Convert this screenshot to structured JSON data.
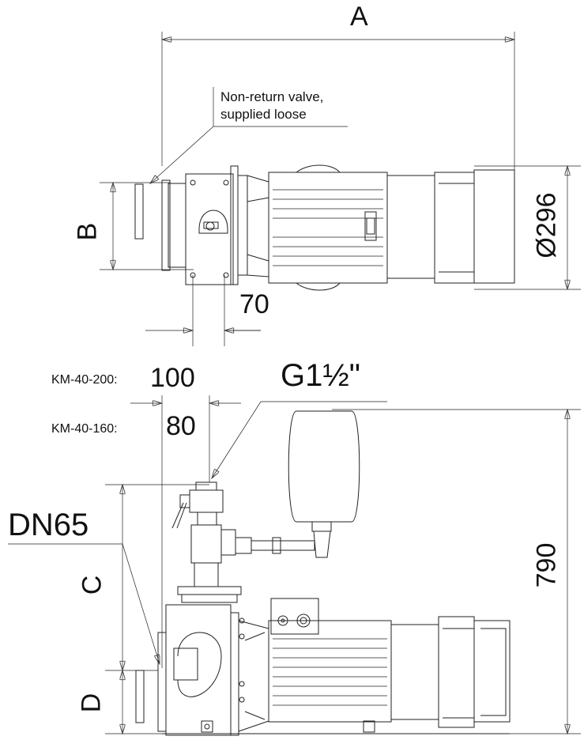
{
  "dimensions": {
    "A": "A",
    "B": "B",
    "C": "C",
    "D": "D",
    "diameter": "Ø296",
    "offset": "70",
    "height": "790",
    "km200_label": "KM-40-200:",
    "km200_value": "100",
    "km160_label": "KM-40-160:",
    "km160_value": "80",
    "thread": "G1½\"",
    "flange": "DN65"
  },
  "notes": {
    "valve_line1": "Non-return valve,",
    "valve_line2": "supplied loose"
  }
}
